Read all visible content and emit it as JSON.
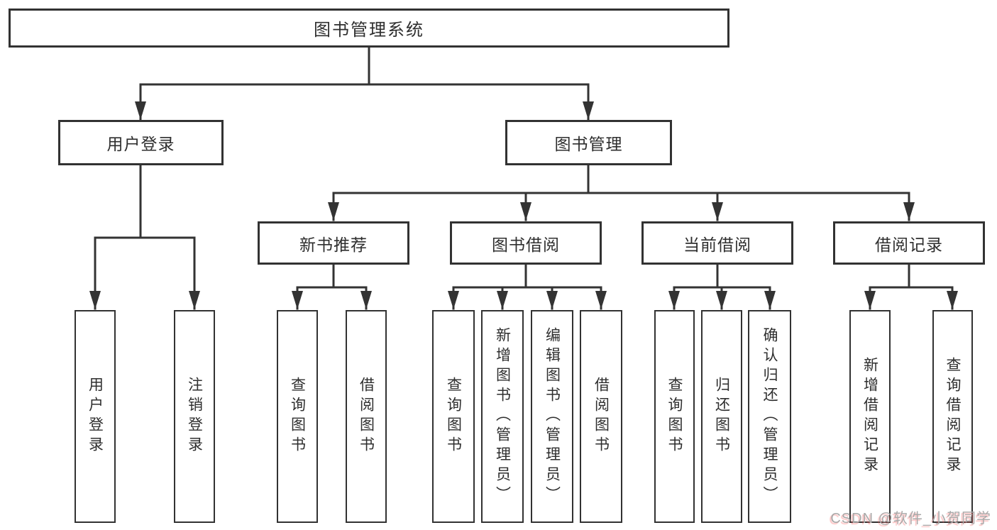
{
  "tree": {
    "root": {
      "label": "图书管理系统"
    },
    "branches": [
      {
        "label": "用户登录",
        "children": [
          {
            "label": "用户登录"
          },
          {
            "label": "注销登录"
          }
        ]
      },
      {
        "label": "图书管理",
        "children": [
          {
            "label": "新书推荐",
            "children": [
              {
                "label": "查询图书"
              },
              {
                "label": "借阅图书"
              }
            ]
          },
          {
            "label": "图书借阅",
            "children": [
              {
                "label": "查询图书"
              },
              {
                "label": "新增图书（管理员）"
              },
              {
                "label": "编辑图书（管理员）"
              },
              {
                "label": "借阅图书"
              }
            ]
          },
          {
            "label": "当前借阅",
            "children": [
              {
                "label": "查询图书"
              },
              {
                "label": "归还图书"
              },
              {
                "label": "确认归还（管理员）"
              }
            ]
          },
          {
            "label": "借阅记录",
            "children": [
              {
                "label": "新增借阅记录"
              },
              {
                "label": "查询借阅记录"
              }
            ]
          }
        ]
      }
    ]
  },
  "watermark": {
    "text": "CSDN @软件_小贺同学"
  },
  "colors": {
    "line": "#333333",
    "border": "#323232",
    "text": "#2e2e2e",
    "watermark": "#a9a9a9",
    "background": "#ffffff"
  }
}
